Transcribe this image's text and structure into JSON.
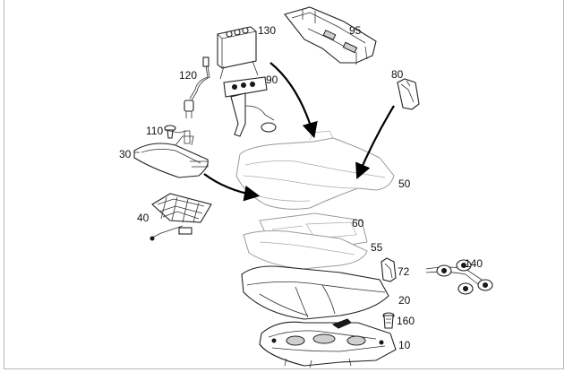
{
  "labels": {
    "p130": "130",
    "p95": "95",
    "p120": "120",
    "p90": "90",
    "p80": "80",
    "p110": "110",
    "p30": "30",
    "p50": "50",
    "p40": "40",
    "p60": "60",
    "p55": "55",
    "p72": "72",
    "p140": "140",
    "p20": "20",
    "p160": "160",
    "p10": "10"
  }
}
